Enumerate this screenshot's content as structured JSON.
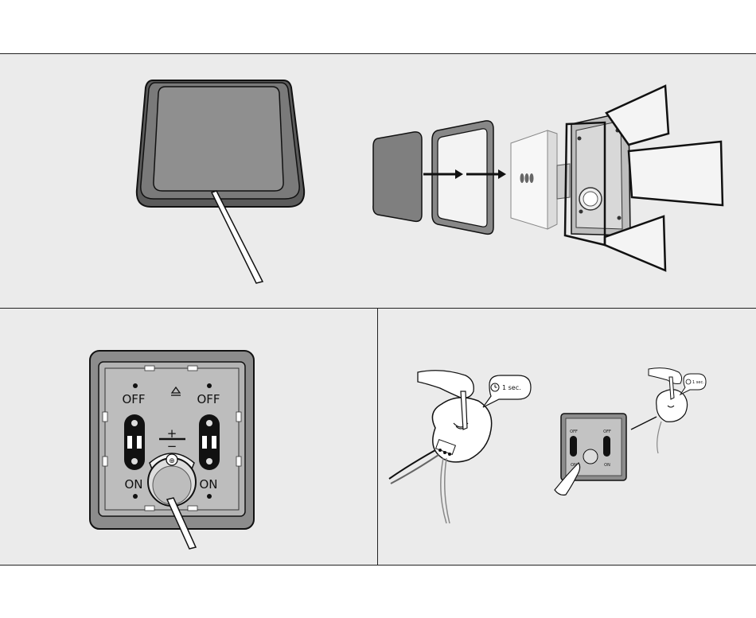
{
  "panels": {
    "top": {
      "steps": [
        "remove-rocker",
        "disassemble-frame"
      ]
    },
    "bottom_left": {
      "labels": {
        "off_left": "OFF",
        "off_right": "OFF",
        "on_left": "ON",
        "on_right": "ON",
        "plus": "+",
        "minus": "−",
        "battery_plus": "⊕"
      }
    },
    "bottom_right": {
      "bubble_left": "1 sec.",
      "bubble_right": "1 sec.",
      "mini_labels": {
        "off_left": "OFF",
        "off_right": "OFF",
        "on_left": "ON",
        "on_right": "ON"
      }
    }
  },
  "colors": {
    "panel_bg": "#ebebeb",
    "rocker_dark": "#6e6e6e",
    "rocker_face": "#8a8a8a",
    "module_gray": "#9a9a9a",
    "line": "#111111"
  },
  "icons": [
    "screwdriver-icon",
    "arrow-right-icon",
    "eject-icon",
    "clock-icon",
    "hand-icon"
  ]
}
